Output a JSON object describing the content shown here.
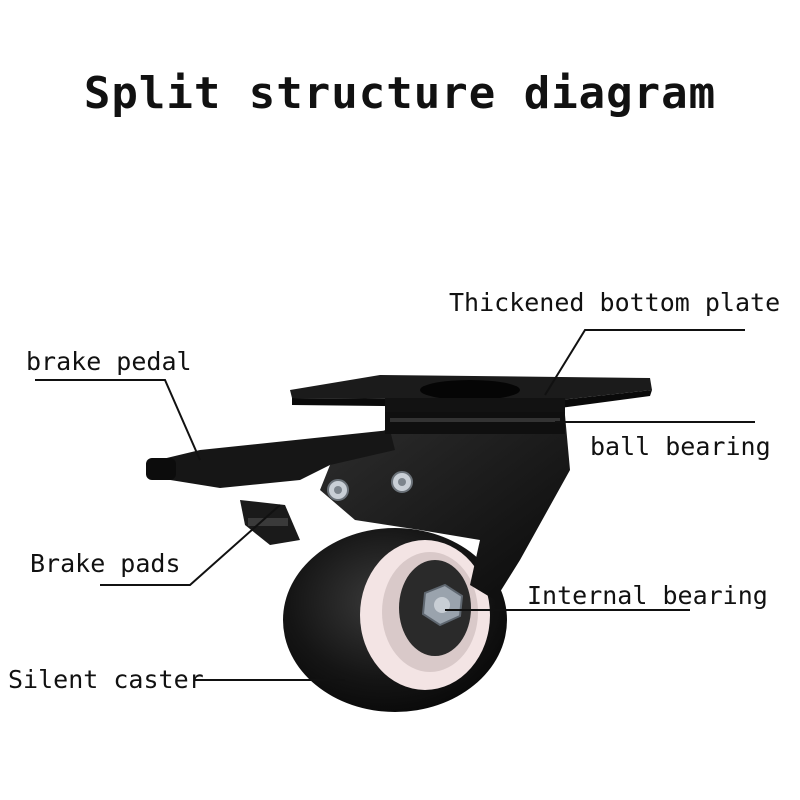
{
  "title": "Split structure diagram",
  "labels": {
    "bottom_plate": "Thickened bottom plate",
    "brake_pedal": "brake pedal",
    "ball_bearing": "ball bearing",
    "brake_pads": "Brake pads",
    "internal_bearing": "Internal bearing",
    "silent_caster": "Silent caster"
  },
  "colors": {
    "metal": "#141414",
    "tire": "#0d0d0d",
    "hub": "#f3e4e4",
    "text": "#111111",
    "leader": "#111111"
  }
}
